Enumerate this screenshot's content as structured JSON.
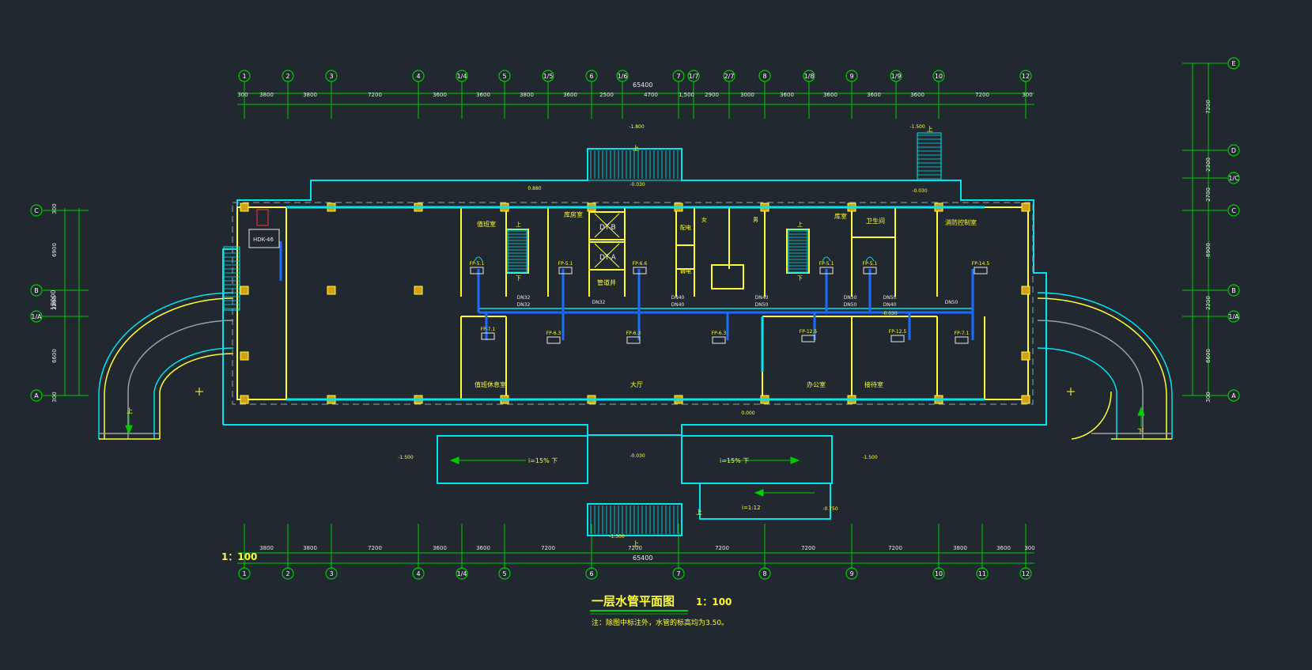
{
  "drawing": {
    "title": "一层水管平面图",
    "title_scale": "1：100",
    "note": "注：除图中标注外，水管的标高均为3.50。",
    "corner_scale": "1：100"
  },
  "axes": {
    "top": [
      "1",
      "2",
      "3",
      "4",
      "1/4",
      "5",
      "1/5",
      "6",
      "1/6",
      "7",
      "1/7",
      "2/7",
      "8",
      "1/8",
      "9",
      "1/9",
      "10",
      "12"
    ],
    "bottom": [
      "1",
      "2",
      "3",
      "4",
      "1/4",
      "5",
      "6",
      "7",
      "8",
      "9",
      "10",
      "11",
      "12"
    ],
    "right": [
      "E",
      "D",
      "1/C",
      "C",
      "B",
      "1/A",
      "A"
    ],
    "left": [
      "C",
      "B",
      "1/A",
      "A"
    ]
  },
  "dims": {
    "top_total": "65400",
    "top": [
      "300",
      "3800",
      "3800",
      "7200",
      "3600",
      "3600",
      "3800",
      "3600",
      "2500",
      "4700",
      "1,500",
      "2900",
      "3000",
      "3600",
      "3600",
      "3600",
      "3600",
      "7200",
      "300"
    ],
    "bottom_total": "65400",
    "bottom": [
      "3800",
      "3800",
      "7200",
      "3600",
      "3600",
      "7200",
      "7200",
      "7200",
      "7200",
      "7200",
      "3800",
      "3600",
      "300"
    ],
    "right": [
      "7200",
      "2300",
      "2700",
      "6900",
      "2200",
      "6600",
      "300"
    ],
    "left": [
      "300",
      "6900",
      "2200",
      "6600",
      "300"
    ],
    "left_total": "18000"
  },
  "rooms": [
    {
      "id": "r1",
      "label": "值班室"
    },
    {
      "id": "r2",
      "label": "库房室"
    },
    {
      "id": "r3",
      "label": "管道井"
    },
    {
      "id": "r4",
      "label": "配电"
    },
    {
      "id": "r5",
      "label": "弱电"
    },
    {
      "id": "r6",
      "label": "女"
    },
    {
      "id": "r7",
      "label": "男"
    },
    {
      "id": "r8",
      "label": "库室"
    },
    {
      "id": "r9",
      "label": "卫生间"
    },
    {
      "id": "r10",
      "label": "消防控制室"
    },
    {
      "id": "r11",
      "label": "值班休息室"
    },
    {
      "id": "r12",
      "label": "大厅"
    },
    {
      "id": "r13",
      "label": "接待室"
    },
    {
      "id": "r14",
      "label": "办公室"
    }
  ],
  "equipment": [
    {
      "id": "e1",
      "label": "HDK-46"
    },
    {
      "id": "e2",
      "label": "DT-B"
    },
    {
      "id": "e3",
      "label": "DT-A"
    }
  ],
  "fancoils": [
    "FP-5.1",
    "FP-5.1",
    "FP-6.6",
    "FP-5.1",
    "FP-5.1",
    "FP-14.5",
    "FP-7.1",
    "FP-6.3",
    "FP-6.3",
    "FP-6.3",
    "FP-12.5",
    "FP-12.5",
    "FP-7.1"
  ],
  "pipe_sizes": [
    "DN32",
    "DN32",
    "DN32",
    "DN40",
    "DN40",
    "DN40",
    "DN50",
    "DN50",
    "DN50",
    "DN40",
    "DN50",
    "DN50"
  ],
  "elevations": [
    "-1.800",
    "-1.500",
    "0.000",
    "0.880",
    "-0.030",
    "-0.030",
    "-0.030",
    "-1.500",
    "-1.500",
    "-0.030",
    "-0.750",
    "-1.300"
  ],
  "slopes": [
    "i=15%  下",
    "i=15%  下",
    "i=1:12"
  ],
  "stair_marks": {
    "up": "上",
    "down": "下"
  }
}
